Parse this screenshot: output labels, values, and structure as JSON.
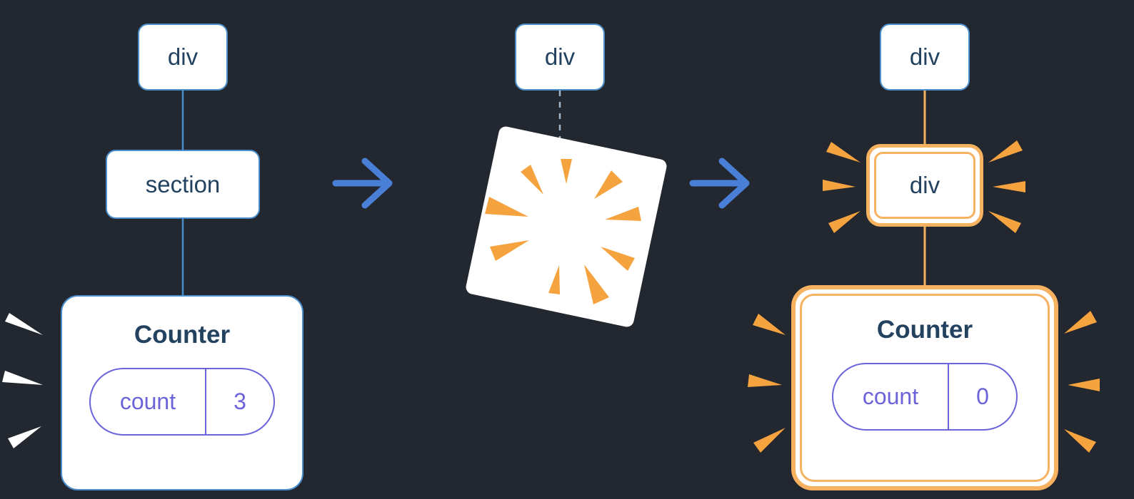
{
  "diagram": {
    "description": "Tree diagram: a section is deleted (poof) and replaced with a div, so the Counter component state resets",
    "background": "#23272f",
    "panels": {
      "before": {
        "root_label": "div",
        "child_label": "section",
        "component": {
          "title": "Counter",
          "state_key": "count",
          "state_value": "3"
        }
      },
      "during": {
        "root_label": "div"
      },
      "after": {
        "root_label": "div",
        "child_label": "div",
        "component": {
          "title": "Counter",
          "state_key": "count",
          "state_value": "0"
        }
      }
    },
    "icons": {
      "arrow": "arrow-right-icon",
      "poof": "poof-burst-icon",
      "spark": "emphasis-spark-icon"
    },
    "colors": {
      "background": "#23272f",
      "node_border_blue": "#4a8ecb",
      "edge_blue": "#4a8ecb",
      "dashed_edge_gray": "#9db8ce",
      "label_navy": "#23425f",
      "state_purple": "#6b63d8",
      "highlight_orange": "#f6b161",
      "spark_orange": "#f5a33f",
      "spark_white": "#ffffff",
      "arrow_blue": "#4a7fd8"
    }
  }
}
